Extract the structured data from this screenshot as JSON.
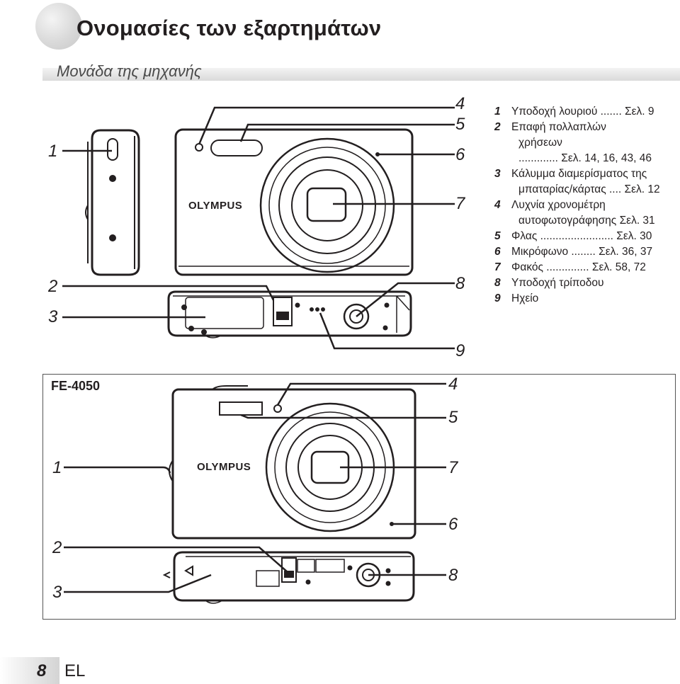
{
  "header": {
    "title": "Ονομασίες των εξαρτημάτων",
    "subtitle": "Μονάδα της μηχανής"
  },
  "legend": [
    {
      "num": "1",
      "text": "Υποδοχή λουριού ....... Σελ. 9"
    },
    {
      "num": "2",
      "text": "Επαφή πολλαπλών",
      "cont": [
        "χρήσεων",
        "............. Σελ. 14, 16, 43, 46"
      ]
    },
    {
      "num": "3",
      "text": "Κάλυμμα διαμερίσματος της",
      "cont": [
        "μπαταρίας/κάρτας .... Σελ. 12"
      ]
    },
    {
      "num": "4",
      "text": "Λυχνία χρονομέτρη",
      "cont": [
        "αυτοφωτογράφησης Σελ. 31"
      ]
    },
    {
      "num": "5",
      "text": "Φλας ........................ Σελ. 30"
    },
    {
      "num": "6",
      "text": "Μικρόφωνο ........ Σελ. 36, 37"
    },
    {
      "num": "7",
      "text": "Φακός .............. Σελ. 58, 72"
    },
    {
      "num": "8",
      "text": "Υποδοχή τρίποδου"
    },
    {
      "num": "9",
      "text": "Ηχείο"
    }
  ],
  "upper_callouts": {
    "c1": "1",
    "c2": "2",
    "c3": "3",
    "c4": "4",
    "c5": "5",
    "c6": "6",
    "c7": "7",
    "c8": "8",
    "c9": "9"
  },
  "lower_callouts": {
    "c1": "1",
    "c2": "2",
    "c3": "3",
    "c4": "4",
    "c5": "5",
    "c6": "6",
    "c7": "7",
    "c8": "8"
  },
  "model": "FE-4050",
  "brand": "OLYMPUS",
  "footer": {
    "page": "8",
    "lang": "EL"
  }
}
